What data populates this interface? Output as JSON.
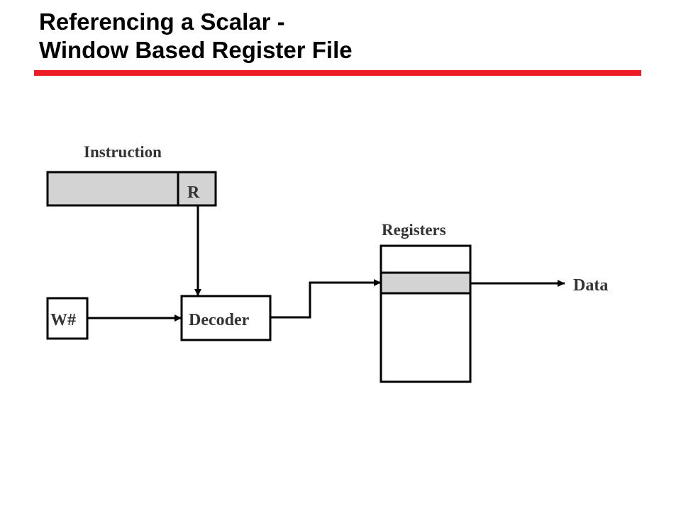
{
  "slide": {
    "title_line1": "Referencing a Scalar -",
    "title_line2": "Window Based Register File",
    "accent_color": "#ee1c24"
  },
  "diagram": {
    "instruction_label": "Instruction",
    "register_field_label": "R",
    "window_label": "W#",
    "decoder_label": "Decoder",
    "registers_label": "Registers",
    "output_label": "Data",
    "fill_color": "#d3d3d3",
    "stroke_color": "#000000"
  }
}
